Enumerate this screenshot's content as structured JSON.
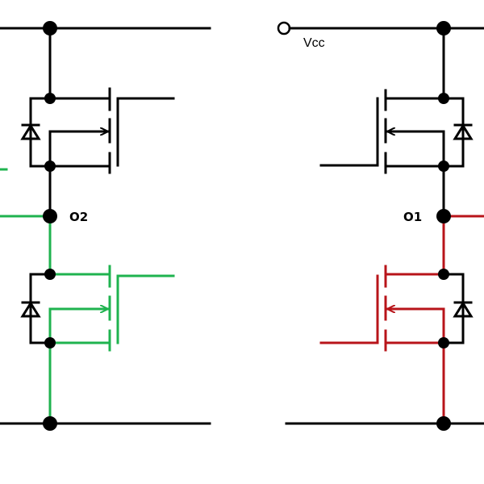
{
  "labels": {
    "vcc": "Vcc",
    "node_o1": "O1",
    "node_o2": "O2"
  },
  "colors": {
    "wire_default": "#000000",
    "wire_green": "#1fb34f",
    "wire_red": "#b8141a",
    "background": "#ffffff"
  }
}
